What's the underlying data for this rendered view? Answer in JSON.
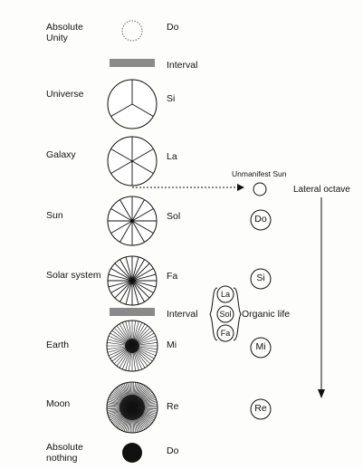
{
  "levels": [
    {
      "name": "Absolute\nUnity",
      "note": "Do",
      "divisions": 0,
      "kind": "dotted"
    },
    {
      "name": "",
      "note": "Interval",
      "kind": "interval"
    },
    {
      "name": "Universe",
      "note": "Si",
      "divisions": 3,
      "kind": "wheel"
    },
    {
      "name": "Galaxy",
      "note": "La",
      "divisions": 6,
      "kind": "wheel"
    },
    {
      "name": "Sun",
      "note": "Sol",
      "divisions": 12,
      "kind": "wheel"
    },
    {
      "name": "Solar system",
      "note": "Fa",
      "divisions": 24,
      "kind": "wheel"
    },
    {
      "name": "",
      "note": "Interval",
      "kind": "interval"
    },
    {
      "name": "Earth",
      "note": "Mi",
      "divisions": 48,
      "kind": "wheel"
    },
    {
      "name": "Moon",
      "note": "Re",
      "divisions": 96,
      "kind": "wheel"
    },
    {
      "name": "Absolute\nnothing",
      "note": "Do",
      "kind": "filled"
    }
  ],
  "lateral_octave": {
    "title": "Lateral octave",
    "source_label": "Unmanifest Sun",
    "notes": [
      "Do",
      "Si",
      "Mi",
      "Re"
    ]
  },
  "organic_life": {
    "label": "Organic life",
    "notes": [
      "La",
      "Sol",
      "Fa"
    ]
  },
  "colors": {
    "ink": "#111111",
    "interval_bar": "#8a8a8a",
    "background": "#fdfdfb"
  }
}
